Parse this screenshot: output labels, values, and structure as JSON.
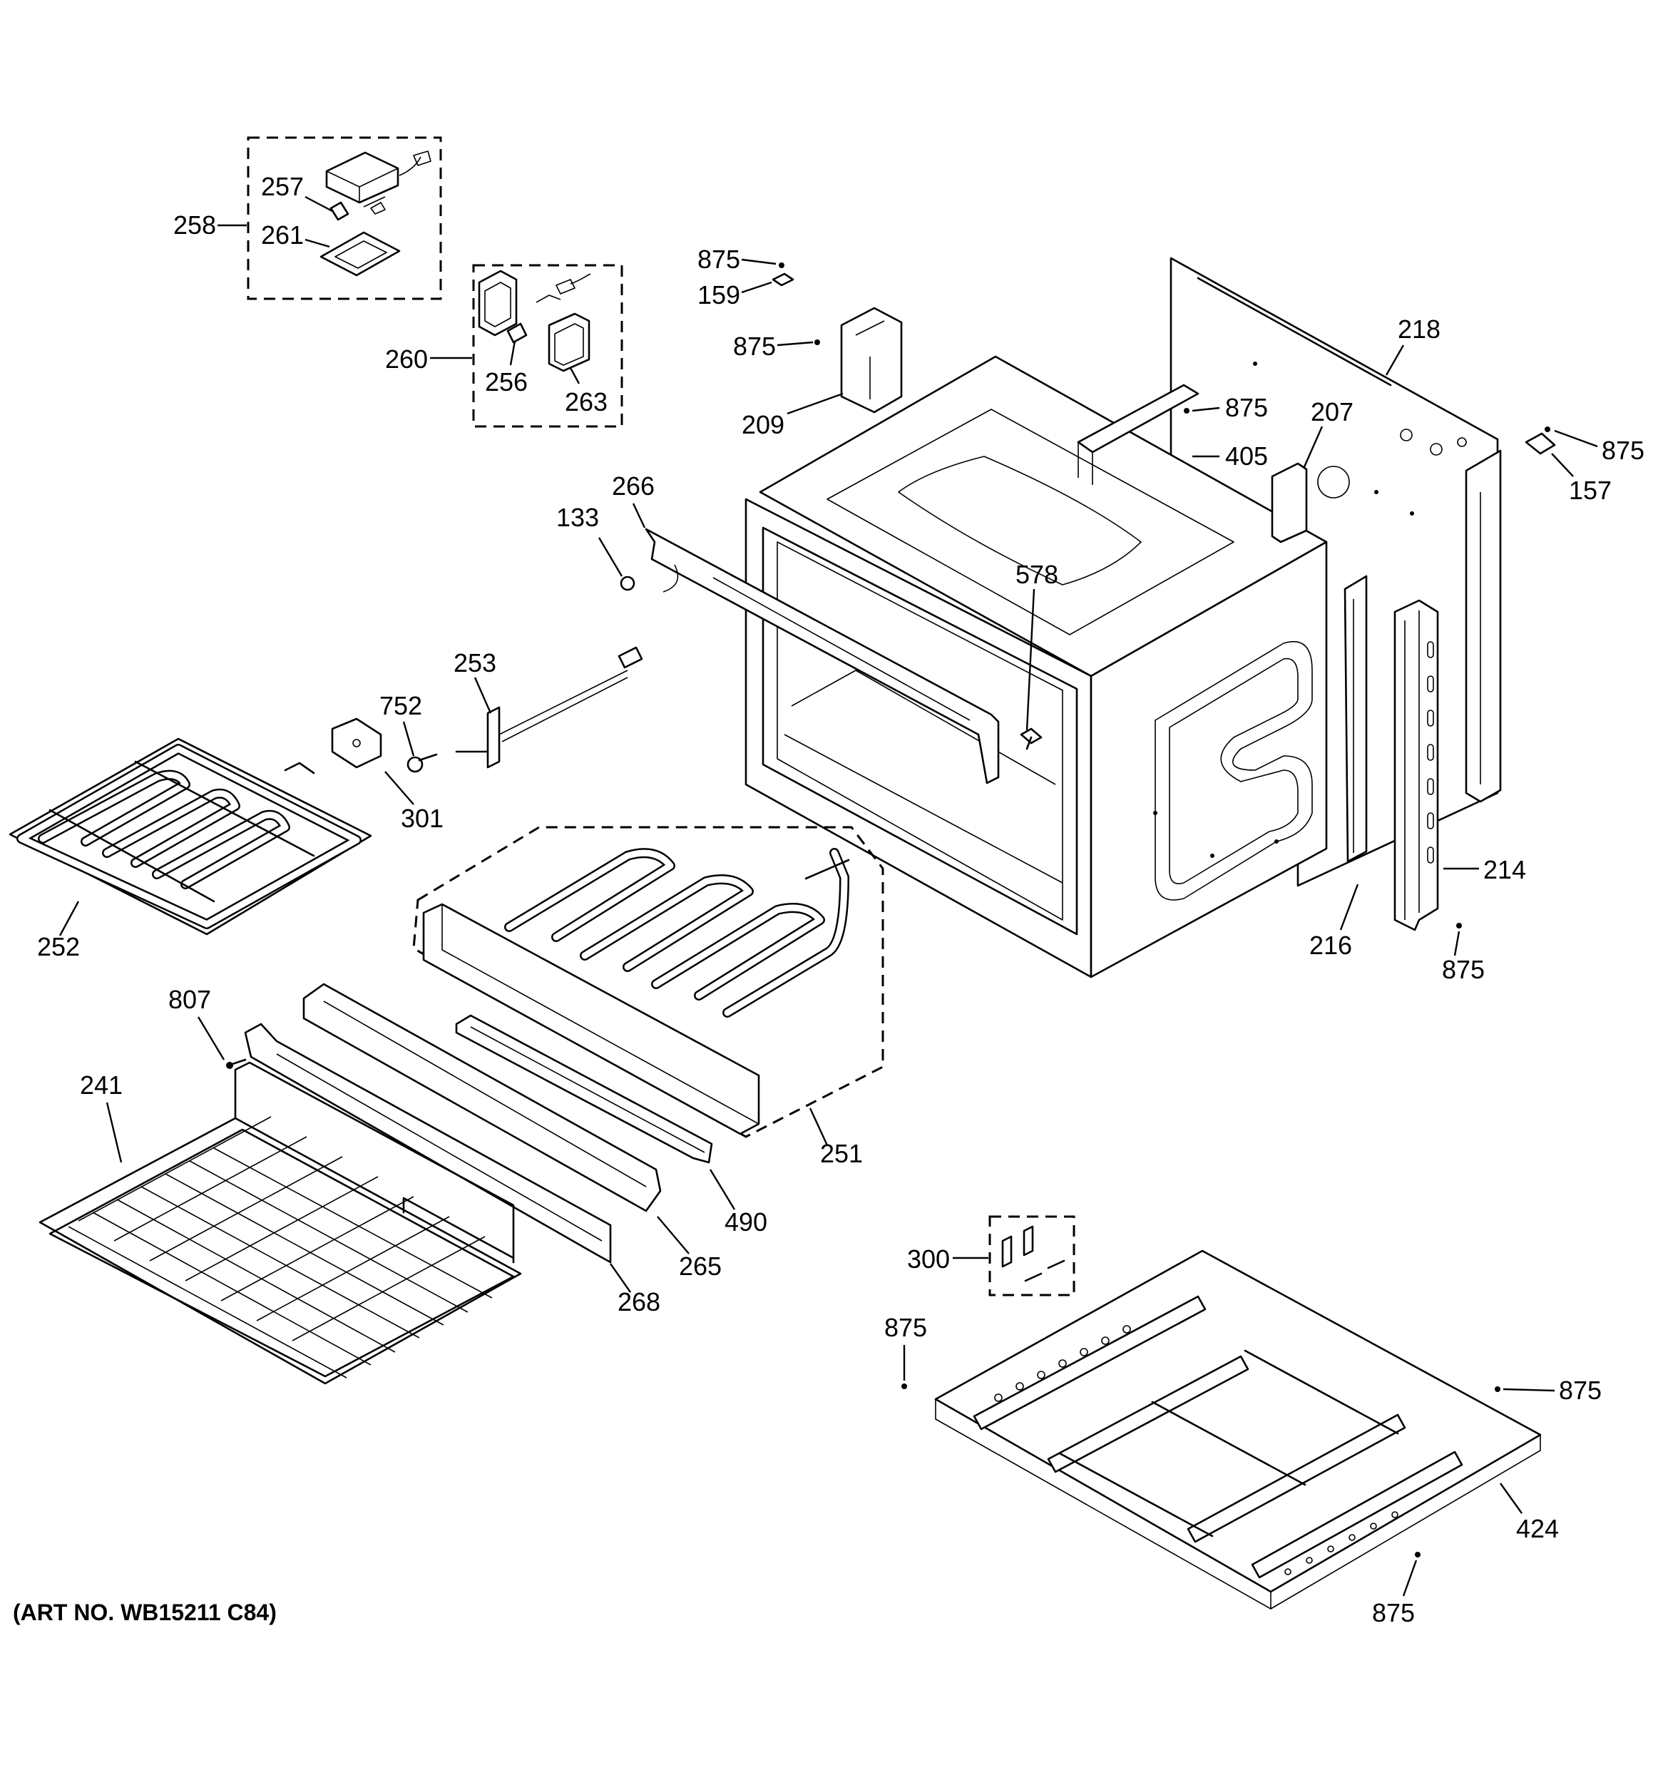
{
  "diagram": {
    "art_number": "(ART NO. WB15211 C84)",
    "callouts": {
      "c257": "257",
      "c258": "258",
      "c261": "261",
      "c260": "260",
      "c256": "256",
      "c263": "263",
      "c875a": "875",
      "c159": "159",
      "c875b": "875",
      "c209": "209",
      "c218": "218",
      "c875c": "875",
      "c405": "405",
      "c207": "207",
      "c875d": "875",
      "c157": "157",
      "c266": "266",
      "c133": "133",
      "c578": "578",
      "c253": "253",
      "c752": "752",
      "c301": "301",
      "c252": "252",
      "c214": "214",
      "c216": "216",
      "c875e": "875",
      "c807": "807",
      "c241": "241",
      "c251": "251",
      "c490": "490",
      "c265": "265",
      "c268": "268",
      "c300": "300",
      "c875f": "875",
      "c875g": "875",
      "c424": "424",
      "c875h": "875"
    }
  }
}
